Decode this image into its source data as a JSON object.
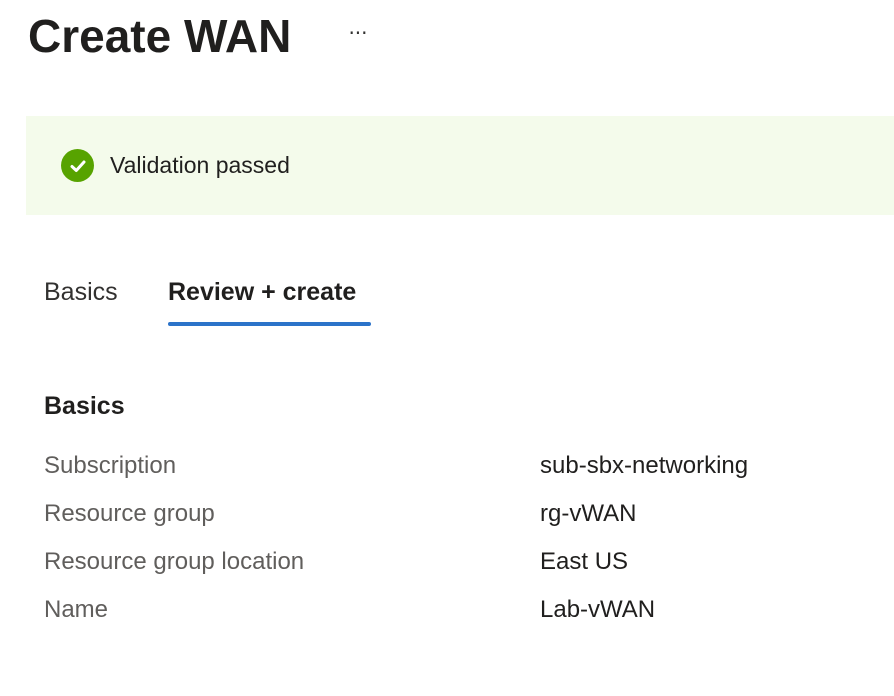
{
  "header": {
    "title": "Create WAN",
    "more_label": "···"
  },
  "banner": {
    "icon": "check-circle-icon",
    "text": "Validation passed",
    "color": "#57a300",
    "background": "#f4fbeb"
  },
  "tabs": [
    {
      "label": "Basics",
      "selected": false
    },
    {
      "label": "Review + create",
      "selected": true
    }
  ],
  "accent_color": "#2b73c9",
  "summary": {
    "heading": "Basics",
    "rows": [
      {
        "label": "Subscription",
        "value": "sub-sbx-networking"
      },
      {
        "label": "Resource group",
        "value": "rg-vWAN"
      },
      {
        "label": "Resource group location",
        "value": "East US"
      },
      {
        "label": "Name",
        "value": "Lab-vWAN"
      }
    ]
  }
}
